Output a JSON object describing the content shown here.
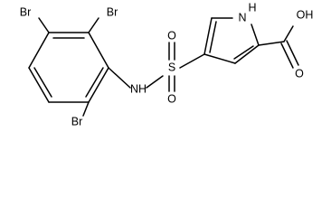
{
  "molecule": {
    "atoms": {
      "br_top_left": "Br",
      "br_top_right": "Br",
      "br_bottom": "Br",
      "nh_sulfonamide": "NH",
      "s": "S",
      "o_top": "O",
      "o_bottom": "O",
      "nh_pyrrole": "H",
      "n_pyrrole": "N",
      "oh": "OH",
      "o_carbonyl": "O"
    }
  },
  "colors": {
    "bond": "#000000",
    "label": "#000000",
    "background": "#ffffff"
  }
}
